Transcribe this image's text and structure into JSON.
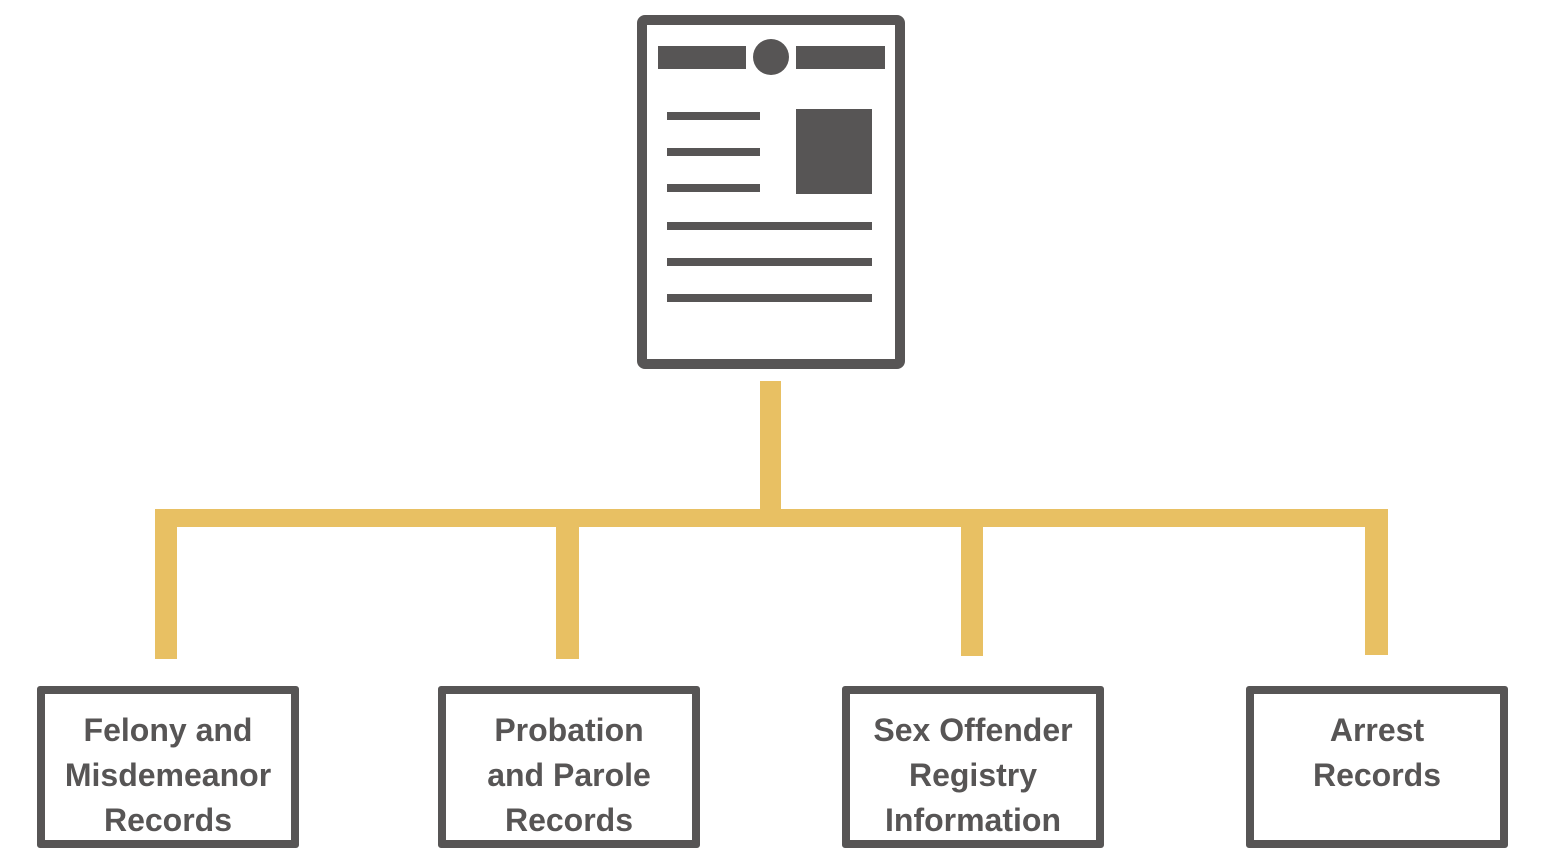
{
  "colors": {
    "connector": "#E8C063",
    "icon": "#575555",
    "text": "#575555",
    "background": "#FFFFFF"
  },
  "root": {
    "icon": "document-record-icon"
  },
  "categories": [
    {
      "label": "Felony and\nMisdemeanor\nRecords"
    },
    {
      "label": "Probation\nand Parole\nRecords"
    },
    {
      "label": "Sex Offender\nRegistry\nInformation"
    },
    {
      "label": "Arrest\nRecords"
    }
  ]
}
